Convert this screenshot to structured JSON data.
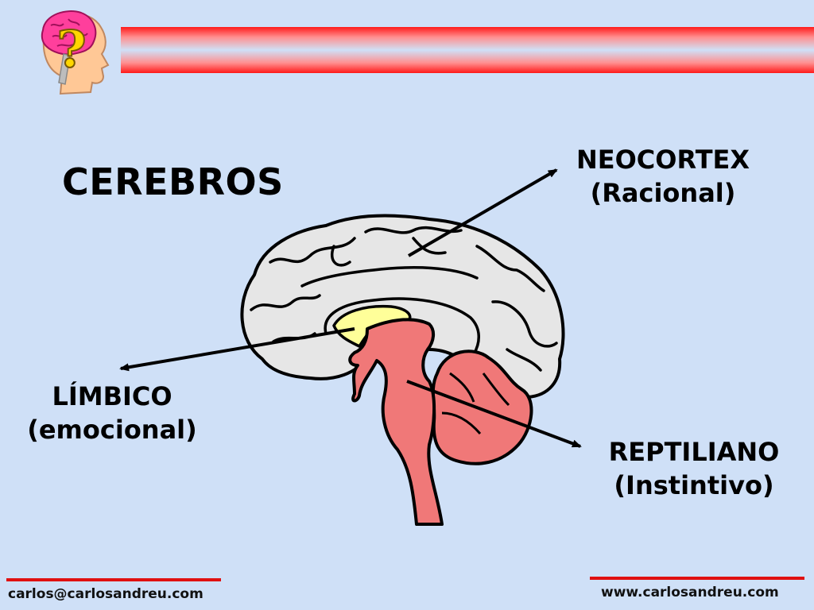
{
  "slide": {
    "title": "CEREBROS",
    "labels": {
      "neocortex": {
        "name": "NEOCORTEX",
        "desc": "(Racional)"
      },
      "limbico": {
        "name": "LÍMBICO",
        "desc": "(emocional)"
      },
      "reptiliano": {
        "name": "REPTILIANO",
        "desc": "(Instintivo)"
      }
    },
    "logo_symbol": "?",
    "footer": {
      "email": "carlos@carlosandreu.com",
      "website": "www.carlosandreu.com"
    }
  },
  "colors": {
    "background": "#cfe0f7",
    "banner_red": "#ff1a1a",
    "cortex_gray": "#e6e6e6",
    "limbic_yellow": "#ffff99",
    "reptilian_pink": "#f07878",
    "logo_pink": "#ff3f9c",
    "logo_skin": "#ffc896",
    "question_yellow": "#ffd700"
  },
  "icons": [
    "head-question-icon"
  ]
}
